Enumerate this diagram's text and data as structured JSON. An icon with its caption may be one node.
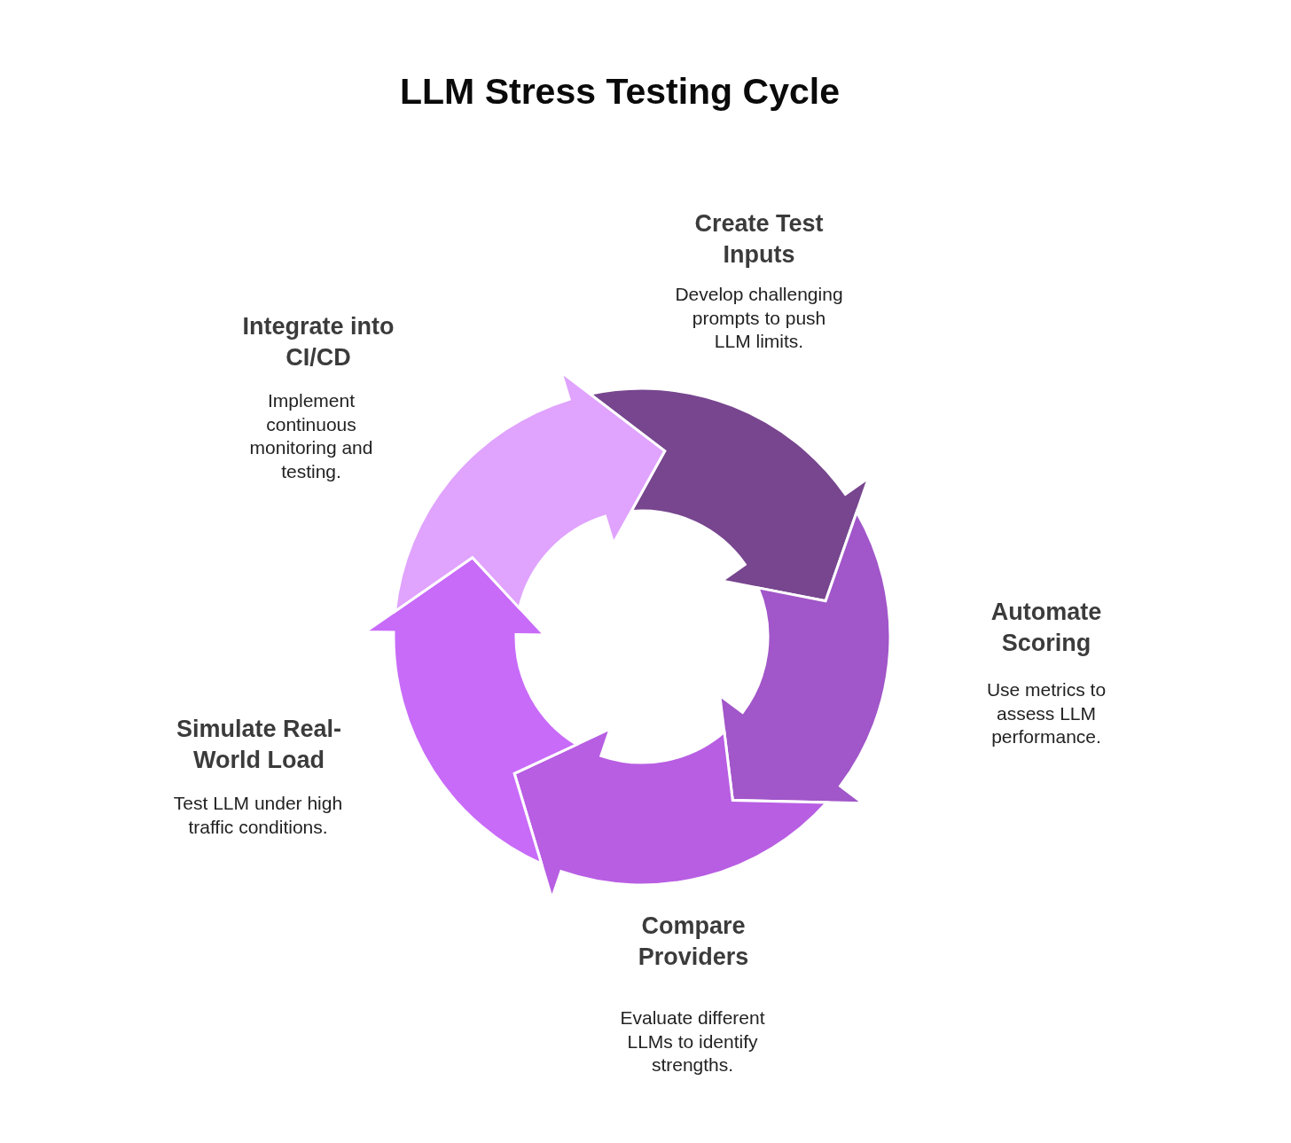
{
  "diagram": {
    "title": "LLM Stress Testing Cycle",
    "nodes": [
      {
        "text": [
          "Create Test Inputs",
          "Develop challenging prompts to push LLM limits."
        ]
      },
      {
        "text": [
          "Integrate into CI/CD",
          "Implement continuous monitoring and testing."
        ]
      },
      {
        "text": [
          "Automate Scoring",
          "Use metrics to assess LLM performance."
        ]
      },
      {
        "text": [
          "Simulate Real-World Load",
          "Test LLM under high traffic conditions."
        ]
      },
      {
        "text": [
          "Compare Providers",
          "Evaluate different LLMs to identify strengths."
        ]
      }
    ],
    "edges": [
      {
        "from": 0,
        "to": 2,
        "arrow": "to",
        "color": "#77468f"
      },
      {
        "from": 2,
        "to": 4,
        "arrow": "to",
        "color": "#a156c9"
      },
      {
        "from": 4,
        "to": 3,
        "arrow": "to",
        "color": "#b85ee3"
      },
      {
        "from": 3,
        "to": 1,
        "arrow": "to",
        "color": "#c86bf9"
      },
      {
        "from": 1,
        "to": 0,
        "arrow": "to",
        "color": "#e0a3fe"
      }
    ]
  }
}
